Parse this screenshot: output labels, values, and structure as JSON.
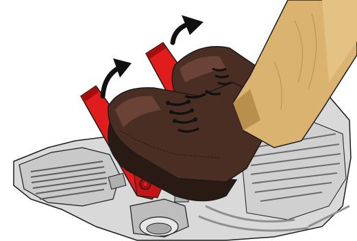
{
  "figure": {
    "description_visible_text": "",
    "colors": {
      "background": "#ffffff",
      "base_light": "#d9d9d9",
      "base_mid": "#bdbdbd",
      "base_dark": "#8f8f8f",
      "outline": "#1a1a1a",
      "lever_red": "#e01c1c",
      "lever_red_dark": "#a30f0f",
      "boot_brown": "#4a2e24",
      "boot_brown_light": "#6b4336",
      "sole_dark": "#2a1a14",
      "lace": "#111111",
      "pants_tan": "#d9b36f",
      "pants_shadow": "#b98f4d",
      "arrow": "#111111"
    },
    "elements": {
      "base_plate": "tray-base",
      "levers": [
        "foot-lever-left",
        "foot-lever-right"
      ],
      "boots": [
        "boot-front",
        "boot-back"
      ],
      "leg": "trouser-leg",
      "arrows": [
        "curved-arrow-left",
        "curved-arrow-right"
      ]
    }
  }
}
